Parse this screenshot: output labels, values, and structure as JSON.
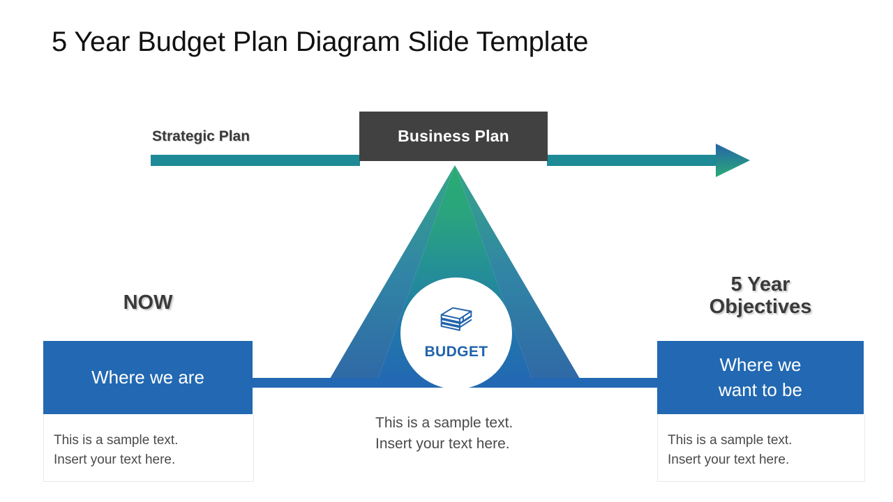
{
  "slide": {
    "title": "5 Year Budget Plan Diagram Slide Template"
  },
  "timeline": {
    "strategic_label": "Strategic Plan",
    "business_label": "Business Plan",
    "line_color": "#1e8a96",
    "arrow_gradient_from": "#2663a8",
    "arrow_gradient_to": "#2aab77",
    "business_box_color": "#414141"
  },
  "pyramid": {
    "center_label": "BUDGET",
    "icon": "money-stack-icon",
    "gradient_top": "#2bab73",
    "gradient_bottom": "#2268b2",
    "edge_shade": "#1f5e9e",
    "circle_color": "#ffffff",
    "label_color": "#2163ab"
  },
  "left": {
    "heading": "NOW",
    "box_label": "Where we are",
    "box_color": "#2268b2",
    "sample_line1": "This is a sample text.",
    "sample_line2": "Insert your text here."
  },
  "center": {
    "sample_line1": "This is a sample text.",
    "sample_line2": "Insert your text here."
  },
  "right": {
    "heading_line1": "5 Year",
    "heading_line2": "Objectives",
    "box_label_line1": "Where we",
    "box_label_line2": "want to be",
    "box_color": "#2268b2",
    "sample_line1": "This is a sample text.",
    "sample_line2": "Insert your text here."
  }
}
